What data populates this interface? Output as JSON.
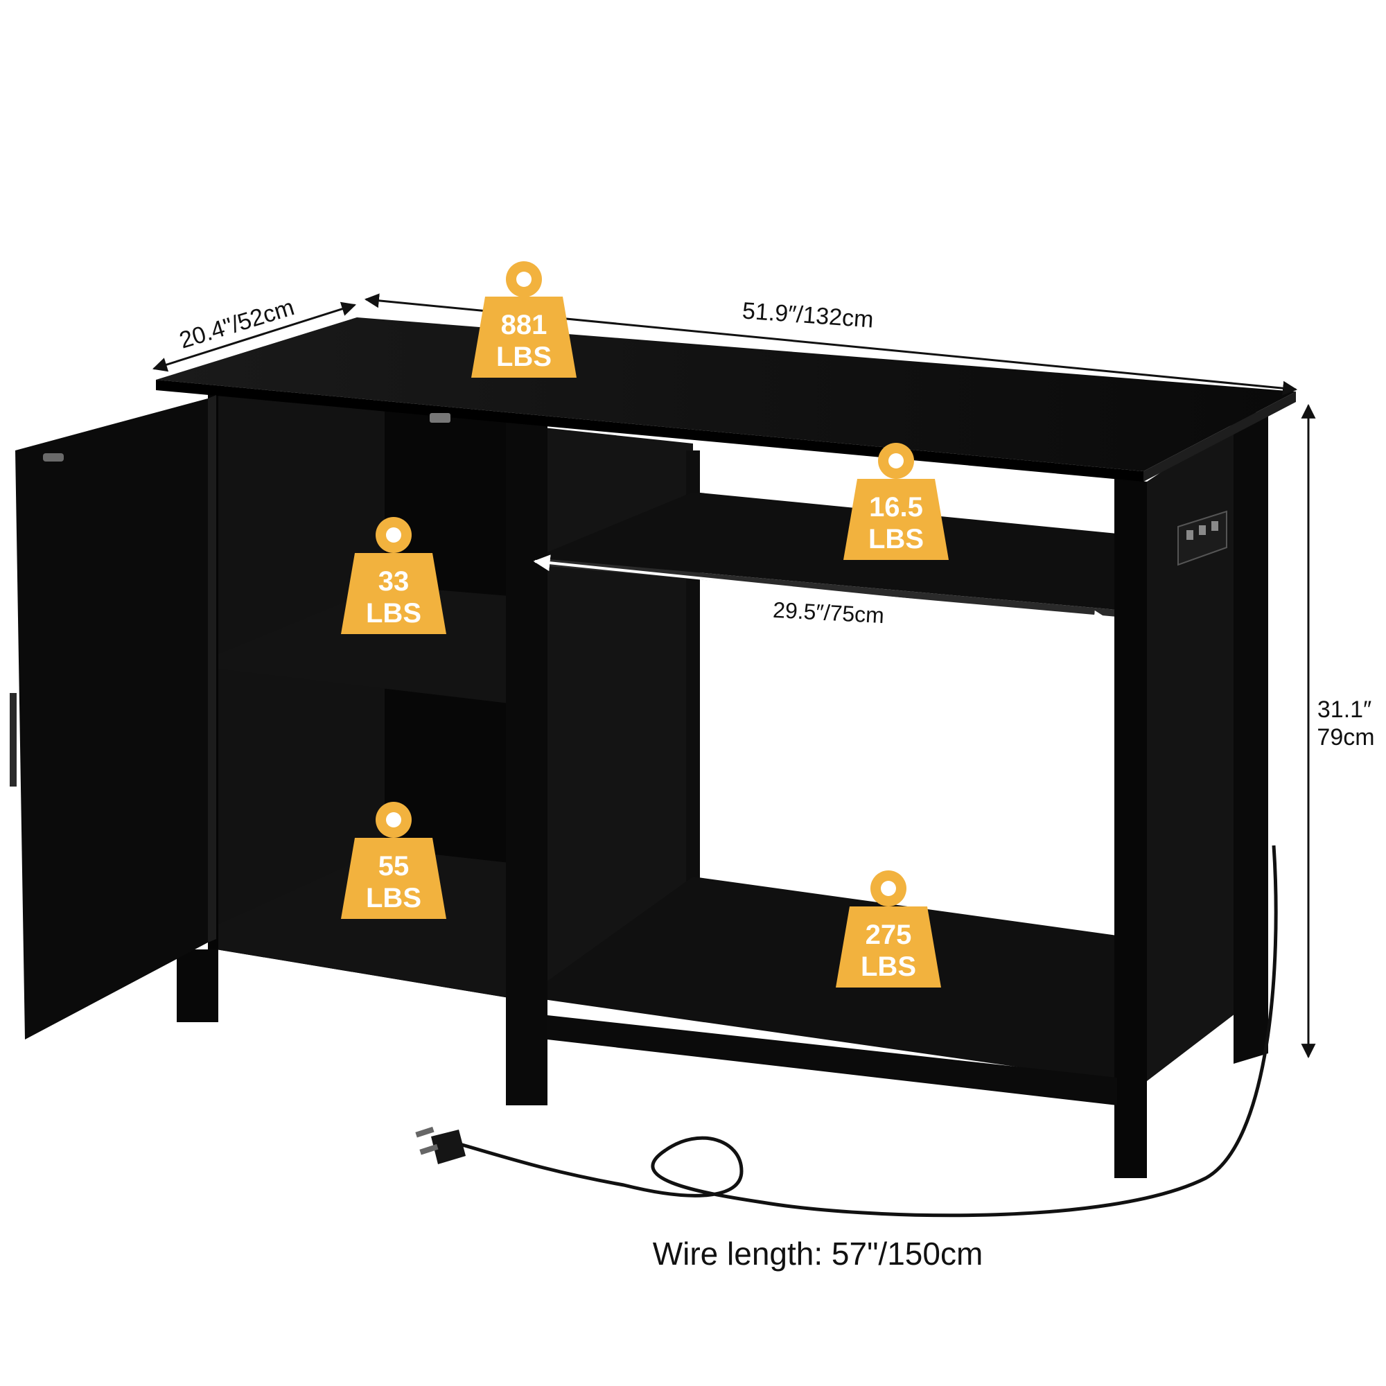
{
  "dimensions": {
    "depth": "20.4\"/52cm",
    "width": "51.9″/132cm",
    "shelf_width": "29.5″/75cm",
    "height_in": "31.1″",
    "height_cm": "79cm"
  },
  "weights": {
    "top": {
      "value": "881",
      "unit": "LBS"
    },
    "upper_left": {
      "value": "33",
      "unit": "LBS"
    },
    "lower_left": {
      "value": "55",
      "unit": "LBS"
    },
    "upper_right": {
      "value": "16.5",
      "unit": "LBS"
    },
    "bottom_right": {
      "value": "275",
      "unit": "LBS"
    }
  },
  "wire_length": "Wire length: 57\"/150cm",
  "colors": {
    "weight_badge": "#f2b23e",
    "cabinet": "#0c0c0c",
    "background": "#ffffff"
  }
}
